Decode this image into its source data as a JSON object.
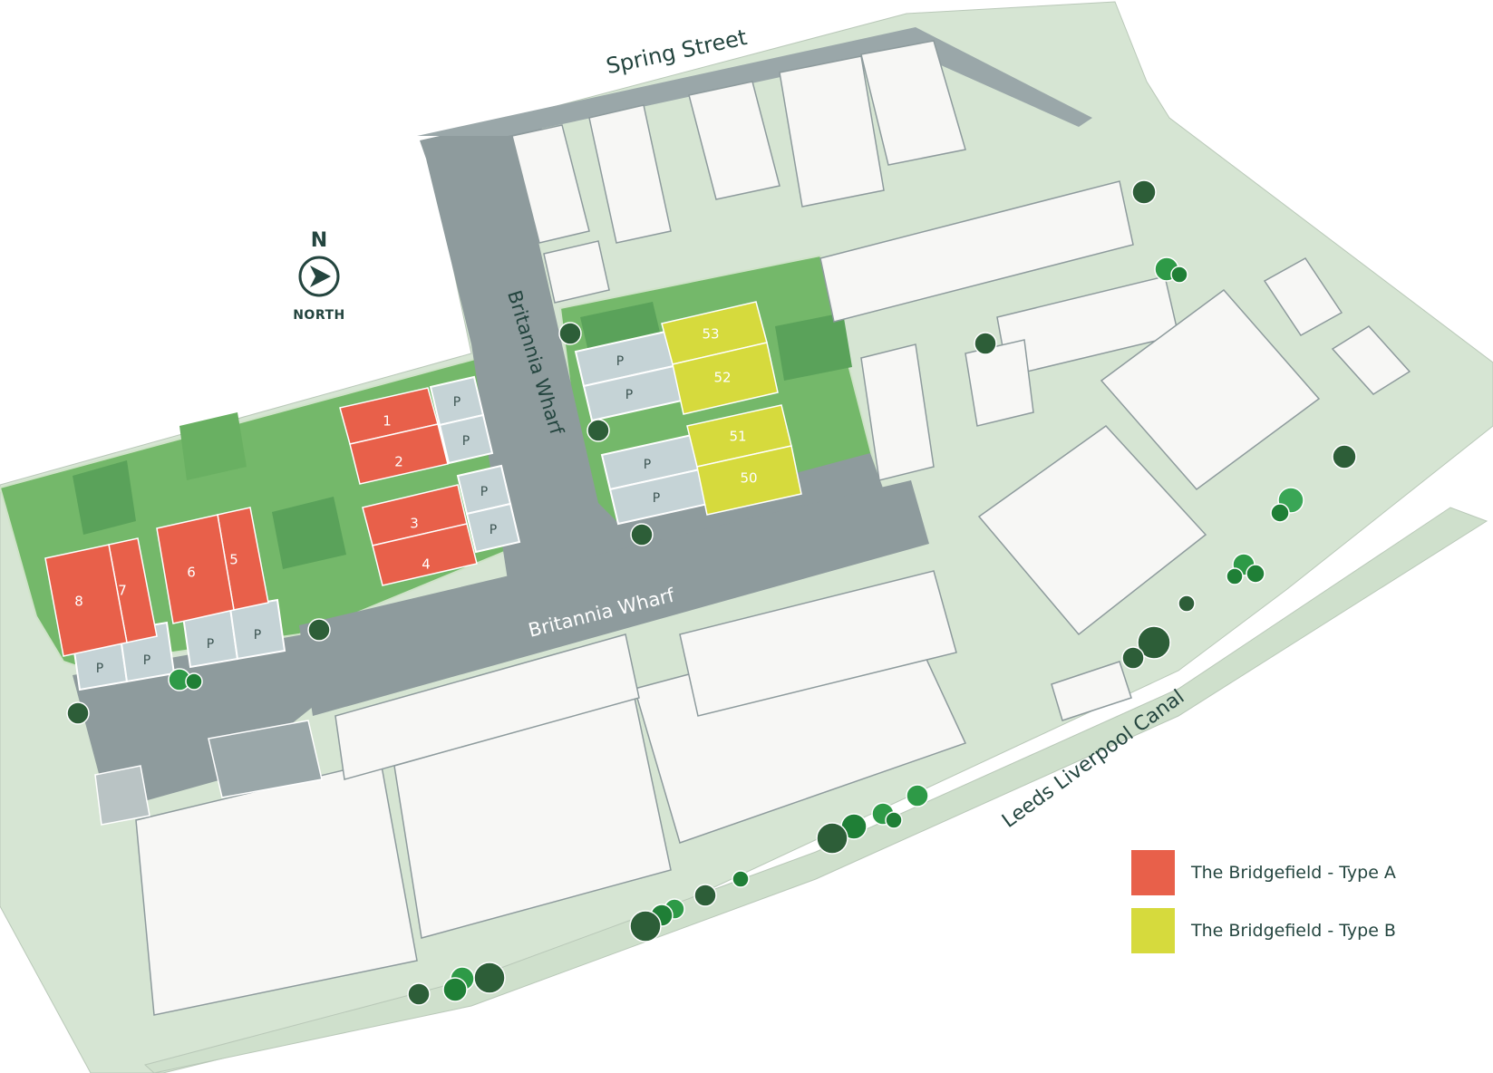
{
  "streets": {
    "spring_street": "Spring Street",
    "britannia_wharf_vertical": "Britannia Wharf",
    "britannia_wharf_horizontal": "Britannia Wharf",
    "canal": "Leeds Liverpool Canal"
  },
  "compass": {
    "letter": "N",
    "label": "NORTH",
    "icon": "compass-arrow-icon"
  },
  "plots_type_a": [
    "1",
    "2",
    "3",
    "4",
    "5",
    "6",
    "7",
    "8"
  ],
  "plots_type_b": [
    "50",
    "51",
    "52",
    "53"
  ],
  "parking_label": "P",
  "legend": [
    {
      "label": "The Bridgefield - Type A",
      "color": "#e8604a"
    },
    {
      "label": "The Bridgefield - Type B",
      "color": "#d6da3d"
    }
  ],
  "colors": {
    "type_a": "#e8604a",
    "type_b": "#d6da3d",
    "parking": "#c5d3d6",
    "road": "#8e9b9d",
    "garden_light": "#74b86a",
    "garden_dark": "#5aa25a",
    "landscape": "#d6e5d3",
    "building": "#f7f7f5",
    "text": "#24453f"
  }
}
